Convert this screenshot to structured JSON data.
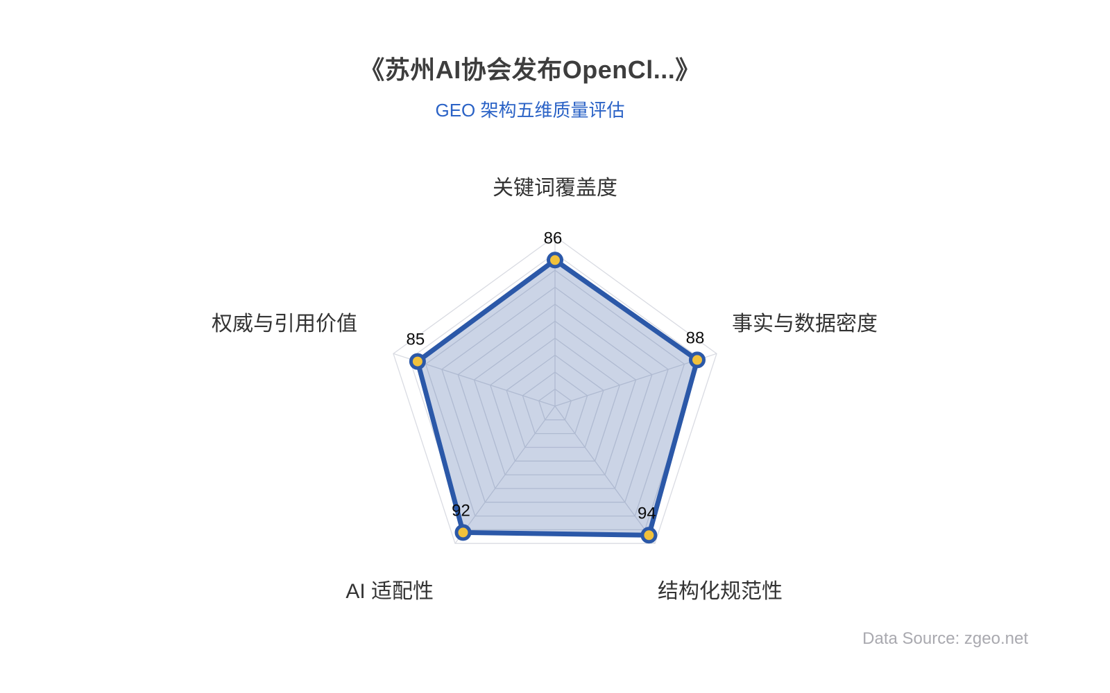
{
  "header": {
    "title": "《苏州AI协会发布OpenCl...》",
    "subtitle": "GEO 架构五维质量评估"
  },
  "footer": {
    "source": "Data Source: zgeo.net"
  },
  "colors": {
    "title": "#3d3d3d",
    "subtitle": "#2a62c6",
    "axis_label": "#333333",
    "value_label": "#0a0a0a",
    "grid_line": "#d9dbe2",
    "series_line": "#2b58a8",
    "series_fill": "rgba(70,100,165,0.28)",
    "marker_fill": "#f1c13b",
    "source_text": "#a9a9af"
  },
  "chart_data": {
    "type": "radar",
    "title": "《苏州AI协会发布OpenCl...》",
    "subtitle": "GEO 架构五维质量评估",
    "axis_range": [
      0,
      100
    ],
    "grid_rings": 10,
    "grid": true,
    "legend_position": "none",
    "source": "Data Source: zgeo.net",
    "indicators": [
      {
        "name": "关键词覆盖度",
        "value": 86,
        "max": 100
      },
      {
        "name": "事实与数据密度",
        "value": 88,
        "max": 100
      },
      {
        "name": "结构化规范性",
        "value": 94,
        "max": 100
      },
      {
        "name": "AI 适配性",
        "value": 92,
        "max": 100
      },
      {
        "name": "权威与引用价值",
        "value": 85,
        "max": 100
      }
    ],
    "series": [
      {
        "name": "GEO 架构五维质量评估",
        "values": [
          86,
          88,
          94,
          92,
          85
        ]
      }
    ]
  }
}
